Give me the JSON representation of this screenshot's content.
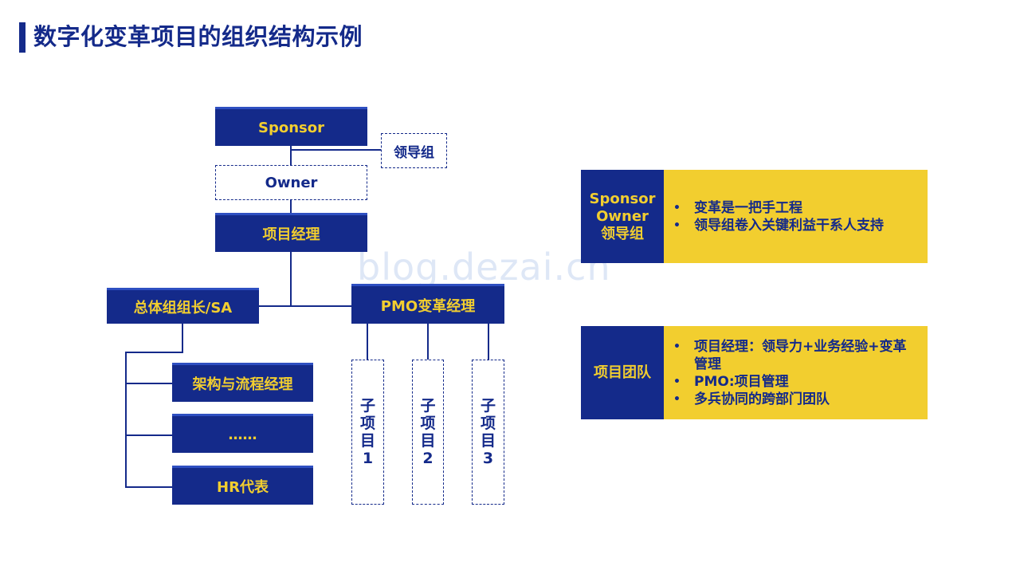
{
  "title": "数字化变革项目的组织结构示例",
  "org": {
    "sponsor": "Sponsor",
    "leadership_group": "领导组",
    "owner": "Owner",
    "project_manager": "项目经理",
    "overall_lead": "总体组组长/SA",
    "pmo_manager": "PMO变革经理",
    "arch_manager": "架构与流程经理",
    "ellipsis": "……",
    "hr_rep": "HR代表",
    "subprojects": [
      [
        "子",
        "项",
        "目",
        "1"
      ],
      [
        "子",
        "项",
        "目",
        "2"
      ],
      [
        "子",
        "项",
        "目",
        "3"
      ]
    ]
  },
  "info": [
    {
      "left": [
        "Sponsor",
        "Owner",
        "领导组"
      ],
      "bullets": [
        "变革是一把手工程",
        "领导组卷入关键利益干系人支持"
      ]
    },
    {
      "left": [
        "项目团队"
      ],
      "bullets": [
        "项目经理：领导力+业务经验+变革管理",
        "PMO:项目管理",
        "多兵协同的跨部门团队"
      ]
    }
  ],
  "watermark": "blog.dezai.cn",
  "colors": {
    "navy": "#142a8a",
    "yellow": "#f2ce2f"
  }
}
